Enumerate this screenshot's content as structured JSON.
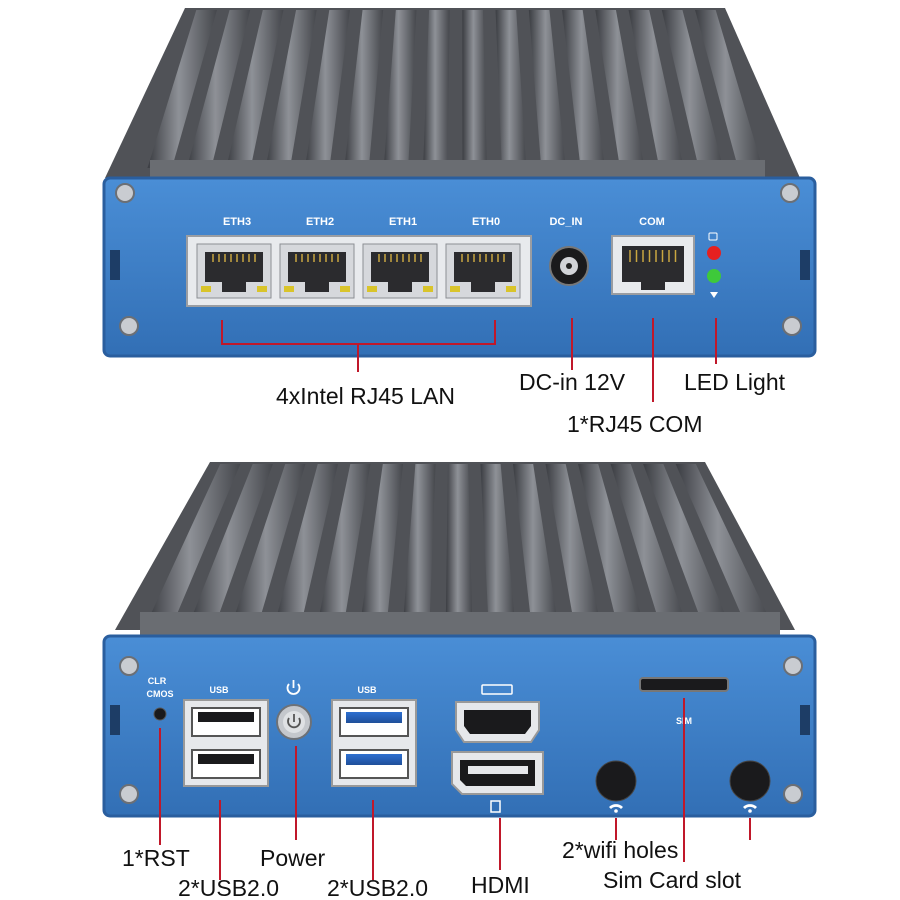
{
  "colors": {
    "panel_blue": "#3d7fc9",
    "panel_edge": "#2a5e9e",
    "fin_dark": "#4a4c51",
    "fin_light": "#8c8f95",
    "leader_red": "#c0182a",
    "led_red": "#e52020",
    "led_green": "#3ec93a",
    "port_gold": "#d9c42a"
  },
  "top_unit": {
    "eth_labels": [
      "ETH3",
      "ETH2",
      "ETH1",
      "ETH0"
    ],
    "dc_label": "DC_IN",
    "com_label": "COM",
    "callouts": {
      "lan": "4xIntel RJ45 LAN",
      "dc": "DC-in 12V",
      "led": "LED Light",
      "com": "1*RJ45 COM"
    }
  },
  "bottom_unit": {
    "clr_label": "CLR",
    "cmos_label": "CMOS",
    "usb_left_label": "USB",
    "usb_right_label": "USB",
    "sim_label": "SIM",
    "callouts": {
      "rst": "1*RST",
      "power": "Power",
      "usb_left": "2*USB2.0",
      "usb_right": "2*USB2.0",
      "hdmi": "HDMI",
      "wifi": "2*wifi holes",
      "sim": "Sim Card slot"
    }
  }
}
